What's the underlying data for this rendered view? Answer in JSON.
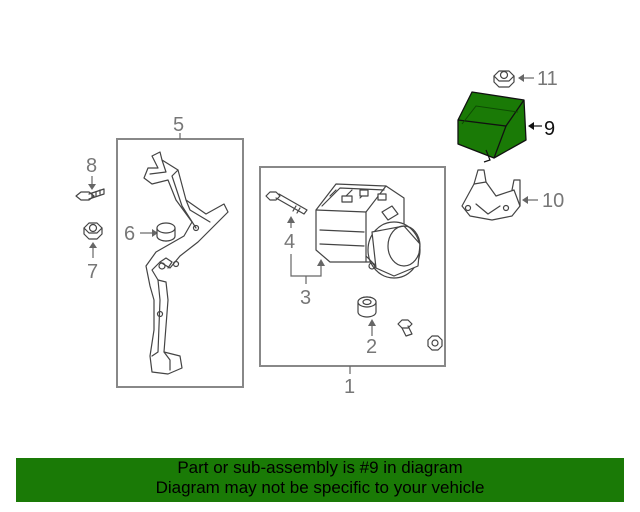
{
  "callouts": {
    "c1": "1",
    "c2": "2",
    "c3": "3",
    "c4": "4",
    "c5": "5",
    "c6": "6",
    "c7": "7",
    "c8": "8",
    "c9": "9",
    "c10": "10",
    "c11": "11"
  },
  "highlight_color": "#1a7a06",
  "banner": {
    "line1": "Part or sub-assembly is #9 in diagram",
    "line2": "Diagram may not be specific to your vehicle"
  }
}
